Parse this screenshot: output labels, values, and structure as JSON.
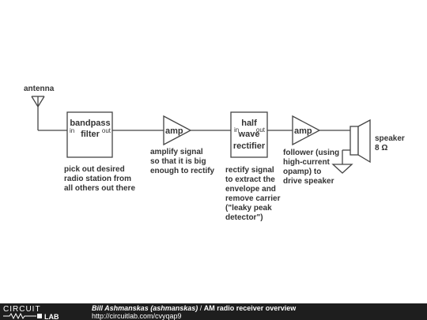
{
  "labels": {
    "antenna": "antenna",
    "bandpass_title": [
      "bandpass",
      "filter"
    ],
    "bandpass_in": "in",
    "bandpass_out": "out",
    "bandpass_note": [
      "pick out desired",
      "radio station from",
      "all others out there"
    ],
    "amp1": "amp",
    "amp1_note": [
      "amplify signal",
      "so that it is big",
      "enough to rectify"
    ],
    "rectifier_title": [
      "half",
      "wave",
      "rectifier"
    ],
    "rectifier_in": "in",
    "rectifier_out": "out",
    "rectifier_note": [
      "rectify signal",
      "to extract the",
      "envelope and",
      "remove carrier",
      "(\"leaky peak",
      "detector\")"
    ],
    "amp2": "amp",
    "amp2_note": [
      "follower (using",
      "high-current",
      "opamp) to",
      "drive speaker"
    ],
    "speaker": [
      "speaker",
      "8 Ω"
    ]
  },
  "footer": {
    "logo_top": "CIRCUIT",
    "logo_bottom": "LAB",
    "author": "Bill Ashmanskas (ashmanskas)",
    "separator": " / ",
    "title": "AM radio receiver overview",
    "url": "http://circuitlab.com/cvyqap9"
  },
  "colors": {
    "ink": "#333333",
    "footer_bg": "#1e1e1e",
    "footer_text": "#ffffff"
  }
}
